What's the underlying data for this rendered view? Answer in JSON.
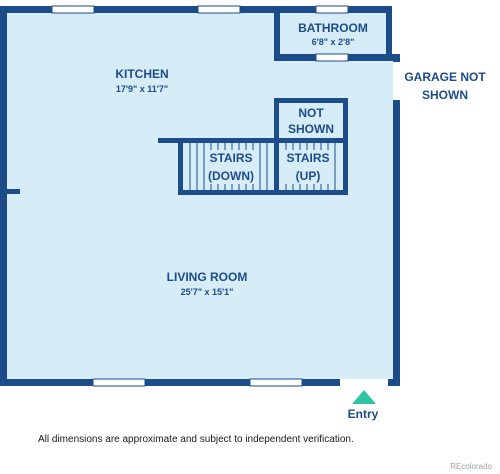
{
  "rooms": {
    "kitchen": {
      "name": "KITCHEN",
      "dims": "17'9\" x 11'7\""
    },
    "bathroom": {
      "name": "BATHROOM",
      "dims": "6'8\" x 2'8\""
    },
    "garage": {
      "line1": "GARAGE NOT",
      "line2": "SHOWN"
    },
    "not_shown": {
      "line1": "NOT",
      "line2": "SHOWN"
    },
    "stairs_down": {
      "line1": "STAIRS",
      "line2": "(DOWN)"
    },
    "stairs_up": {
      "line1": "STAIRS",
      "line2": "(UP)"
    },
    "living_room": {
      "name": "LIVING ROOM",
      "dims": "25'7\" x 15'1\""
    }
  },
  "entry": {
    "label": "Entry"
  },
  "disclaimer": "All dimensions are approximate and subject to independent verification.",
  "watermark": "REcolorado",
  "colors": {
    "wall": "#1d4c8a",
    "floor": "#d6ecf7",
    "entry_arrow": "#2ec4a0"
  }
}
